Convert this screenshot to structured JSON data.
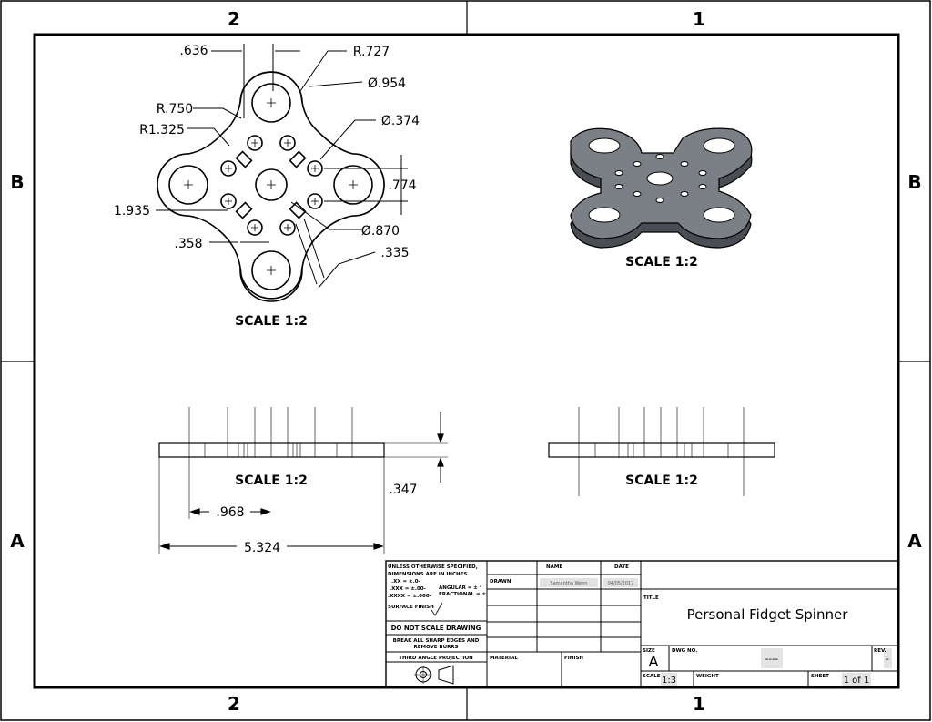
{
  "border": {
    "zones_top": [
      "2",
      "1"
    ],
    "zones_bottom": [
      "2",
      "1"
    ],
    "zones_left": [
      "B",
      "A"
    ],
    "zones_right": [
      "B",
      "A"
    ]
  },
  "views": {
    "top_scale": "SCALE 1:2",
    "iso_scale": "SCALE 1:2",
    "front_scale": "SCALE 1:2",
    "side_scale": "SCALE 1:2",
    "part_color": "#5f6368"
  },
  "dimensions": {
    "d636": ".636",
    "r727": "R.727",
    "dia954": "Ø.954",
    "r750": "R.750",
    "r1325": "R1.325",
    "dia374": "Ø.374",
    "d774": ".774",
    "d1935": "1.935",
    "dia870": "Ø.870",
    "d358": ".358",
    "d335": ".335",
    "d347": ".347",
    "d968": ".968",
    "d5324": "5.324"
  },
  "title_block": {
    "tolerance_note_1": "UNLESS OTHERWISE SPECIFIED,",
    "tolerance_note_2": "DIMENSIONS ARE IN INCHES",
    "tol_xx": ".XX = ±.0-",
    "tol_xxx": ".XXX = ±.00-",
    "tol_xxxx": ".XXXX = ±.000-",
    "tol_angular": "ANGULAR = ± °",
    "tol_fractional": "FRACTIONAL = ±",
    "surface_finish": "SURFACE FINISH",
    "do_not_scale": "DO NOT SCALE DRAWING",
    "break_edges_1": "BREAK ALL SHARP EDGES AND",
    "break_edges_2": "REMOVE BURRS",
    "projection": "THIRD ANGLE PROJECTION",
    "col_name": "NAME",
    "col_date": "DATE",
    "drawn_label": "DRAWN",
    "drawn_name": "Samantha Wenn",
    "drawn_date": "04/05/2017",
    "material_label": "MATERIAL",
    "finish_label": "FINISH",
    "title_label": "TITLE",
    "title": "Personal Fidget Spinner",
    "size_label": "SIZE",
    "size_value": "A",
    "dwg_label": "DWG NO.",
    "dwg_value": "----",
    "rev_label": "REV.",
    "rev_value": "-",
    "scale_label": "SCALE",
    "scale_value": "1:3",
    "weight_label": "WEIGHT",
    "sheet_label": "SHEET",
    "sheet_value": "1 of 1"
  }
}
